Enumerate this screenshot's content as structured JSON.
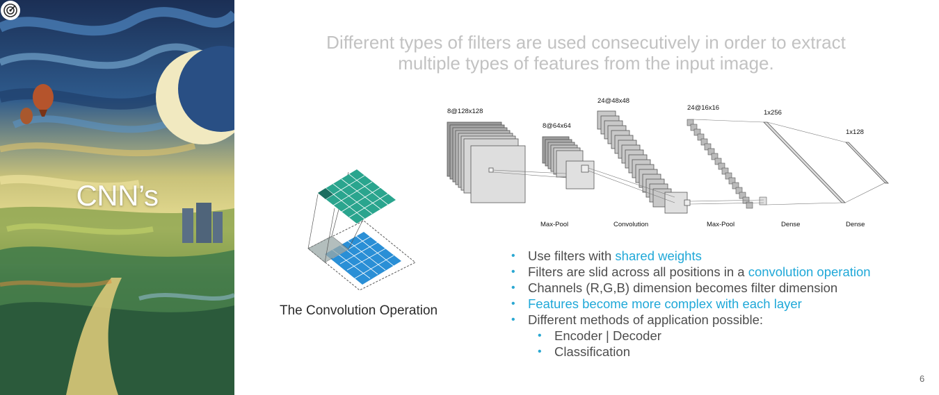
{
  "slide": {
    "title": "CNN’s",
    "headline": [
      "Different types of filters are used consecutively in order to extract",
      "multiple types of features from the input image."
    ],
    "page_number": "6",
    "accent_color": "#1fa8d8",
    "background_art": "impressionist-night-sky-painting",
    "logo": "target-icon"
  },
  "conv_figure": {
    "caption": "The Convolution Operation",
    "filter_color": "#2aa58e",
    "output_color": "#2a8fd6"
  },
  "architecture": {
    "layer_sizes": [
      "8@128x128",
      "8@64x64",
      "24@48x48",
      "24@16x16",
      "1x256",
      "1x128"
    ],
    "layer_types": [
      "Max-Pool",
      "Convolution",
      "Max-Pool",
      "Dense",
      "Dense"
    ]
  },
  "bullets": [
    {
      "text": "Use filters with ",
      "highlight": "shared weights"
    },
    {
      "text": "Filters are slid across all positions in a ",
      "highlight": "convolution operation"
    },
    {
      "text": "Channels (R,G,B) dimension becomes filter dimension",
      "highlight": ""
    },
    {
      "text": "",
      "highlight": "Features become more complex with each layer"
    },
    {
      "text": "Different methods of application possible:",
      "highlight": ""
    }
  ],
  "sub_bullets": [
    "Encoder | Decoder",
    "Classification"
  ]
}
